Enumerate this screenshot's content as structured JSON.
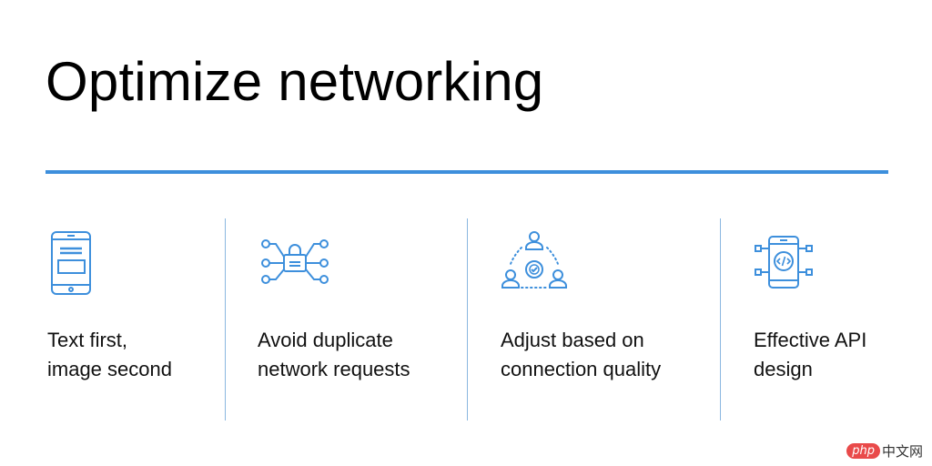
{
  "slide": {
    "title": "Optimize networking",
    "accent_color": "#3d8fdc"
  },
  "features": [
    {
      "icon": "mobile-phone-icon",
      "line1": "Text first,",
      "line2": "image second"
    },
    {
      "icon": "network-lock-icon",
      "line1": "Avoid duplicate",
      "line2": "network requests"
    },
    {
      "icon": "users-connection-icon",
      "line1": "Adjust based on",
      "line2": "connection quality"
    },
    {
      "icon": "api-code-device-icon",
      "line1": "Effective API",
      "line2": "design"
    }
  ],
  "watermark": {
    "badge": "php",
    "text": "中文网"
  }
}
